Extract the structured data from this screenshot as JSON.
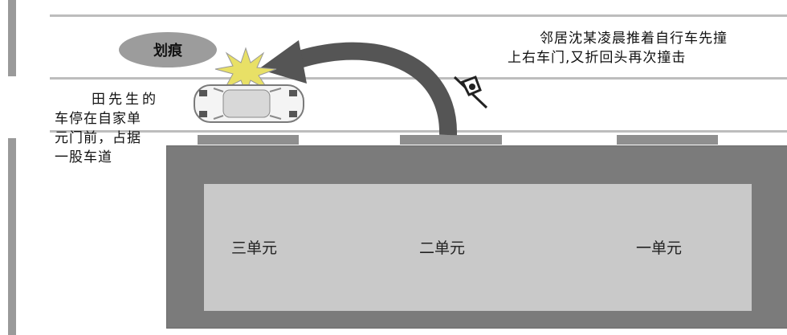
{
  "labels": {
    "scratch": "划痕",
    "neighbor_note_line1": "邻居沈某凌晨推着自行车先撞",
    "neighbor_note_line2": "上右车门,又折回头再次撞击",
    "owner_note_line1": "田先生的",
    "owner_note_line2": "车停在自家单",
    "owner_note_line3": "元门前，占据",
    "owner_note_line4": "一股车道",
    "unit3": "三单元",
    "unit2": "二单元",
    "unit1": "一单元"
  },
  "icons": {
    "car": "car-icon",
    "bicycle": "bicycle-icon",
    "impact": "impact-burst-icon",
    "path": "curved-arrow-icon"
  },
  "colors": {
    "building_outer": "#7b7b7b",
    "building_inner": "#c9c9c9",
    "road_line": "#bdbdbd",
    "bubble": "#9c9c9c",
    "arrow": "#555555"
  }
}
